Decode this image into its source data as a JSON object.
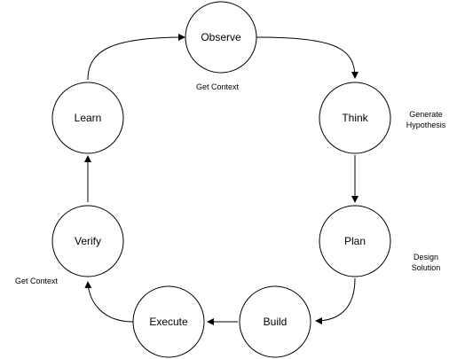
{
  "diagram": {
    "nodes": [
      {
        "id": "observe",
        "label": "Observe"
      },
      {
        "id": "think",
        "label": "Think"
      },
      {
        "id": "plan",
        "label": "Plan"
      },
      {
        "id": "build",
        "label": "Build"
      },
      {
        "id": "execute",
        "label": "Execute"
      },
      {
        "id": "verify",
        "label": "Verify"
      },
      {
        "id": "learn",
        "label": "Learn"
      }
    ],
    "edges": [
      {
        "from": "observe",
        "to": "think"
      },
      {
        "from": "think",
        "to": "plan"
      },
      {
        "from": "plan",
        "to": "build"
      },
      {
        "from": "build",
        "to": "execute"
      },
      {
        "from": "execute",
        "to": "verify"
      },
      {
        "from": "verify",
        "to": "learn"
      },
      {
        "from": "learn",
        "to": "observe"
      }
    ],
    "annotations": {
      "get_context_top": "Get Context",
      "generate_hypothesis_line1": "Generate",
      "generate_hypothesis_line2": "Hypothesis",
      "design_solution_line1": "Design",
      "design_solution_line2": "Solution",
      "get_context_left": "Get Context"
    },
    "colors": {
      "stroke": "#000000",
      "fill": "#ffffff",
      "text": "#000000"
    }
  }
}
